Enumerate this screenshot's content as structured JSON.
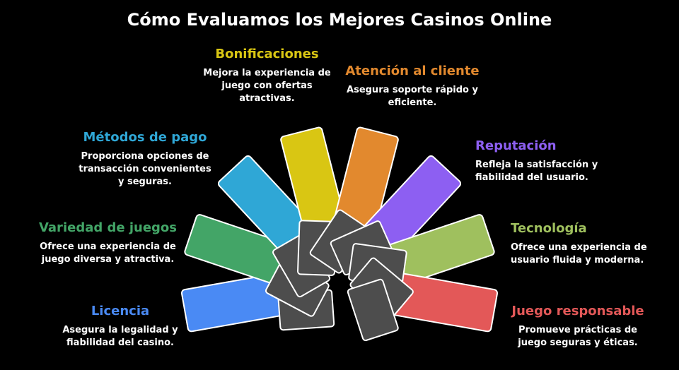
{
  "title": "Cómo Evaluamos los Mejores Casinos Online",
  "colors": {
    "background": "#000000",
    "text": "#ffffff",
    "pinwheel": "#4d4d4d",
    "pinwheel_stroke": "#ffffff"
  },
  "categories": [
    {
      "id": "licencia",
      "label": "Licencia",
      "description": "Asegura la legalidad y fiabilidad del casino.",
      "color": "#4a8af4"
    },
    {
      "id": "variedad-de-juegos",
      "label": "Variedad de juegos",
      "description": "Ofrece una experiencia de juego diversa y atractiva.",
      "color": "#43a567"
    },
    {
      "id": "metodos-de-pago",
      "label": "Métodos de pago",
      "description": "Proporciona opciones de transacción convenientes y seguras.",
      "color": "#2fa7d6"
    },
    {
      "id": "bonificaciones",
      "label": "Bonificaciones",
      "description": "Mejora la experiencia de juego con ofertas atractivas.",
      "color": "#d9c613"
    },
    {
      "id": "atencion-al-cliente",
      "label": "Atención al cliente",
      "description": "Asegura soporte rápido y eficiente.",
      "color": "#e2892e"
    },
    {
      "id": "reputacion",
      "label": "Reputación",
      "description": "Refleja la satisfacción y fiabilidad del usuario.",
      "color": "#8d5ff2"
    },
    {
      "id": "tecnologia",
      "label": "Tecnología",
      "description": "Ofrece una experiencia de usuario fluida y moderna.",
      "color": "#9fc05e"
    },
    {
      "id": "juego-responsable",
      "label": "Juego responsable",
      "description": "Promueve prácticas de juego seguras y éticas.",
      "color": "#e35858"
    }
  ]
}
